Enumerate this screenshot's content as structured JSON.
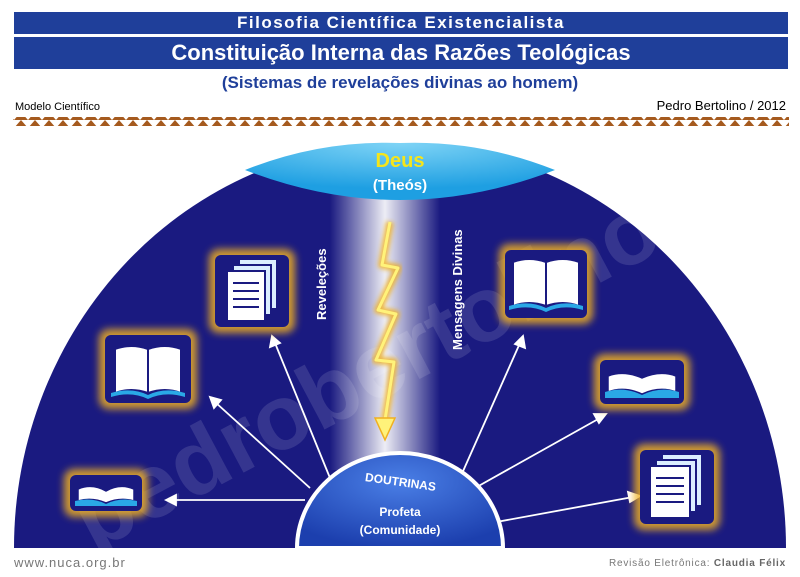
{
  "header": {
    "series_title": "Filosofia Científica Existencialista",
    "main_title": "Constituição Interna das Razões Teológicas",
    "subtitle": "(Sistemas de revelações divinas ao homem)",
    "model_label": "Modelo Científico",
    "author": "Pedro Bertolino / 2012"
  },
  "diagram": {
    "top_label": "Deus",
    "top_sublabel": "(Theós)",
    "left_beam_label": "Reveleções",
    "right_beam_label": "Mensagens Divinas",
    "center_title": "DOUTRINAS",
    "center_line1": "Profeta",
    "center_line2": "(Comunidade)",
    "watermark": "pedrobertolino",
    "icons": [
      "documents-icon",
      "open-book-icon",
      "open-book-icon",
      "open-book-icon",
      "open-book-icon",
      "documents-icon"
    ],
    "colors": {
      "dome": "#1a1a80",
      "sky": "#2aa8e6",
      "accent": "#f5e51b",
      "glow": "#f0b020"
    }
  },
  "footer": {
    "site": "www.nuca.org.br",
    "review_label": "Revisão Eletrônica:",
    "reviewer": "Claudia Félix"
  }
}
